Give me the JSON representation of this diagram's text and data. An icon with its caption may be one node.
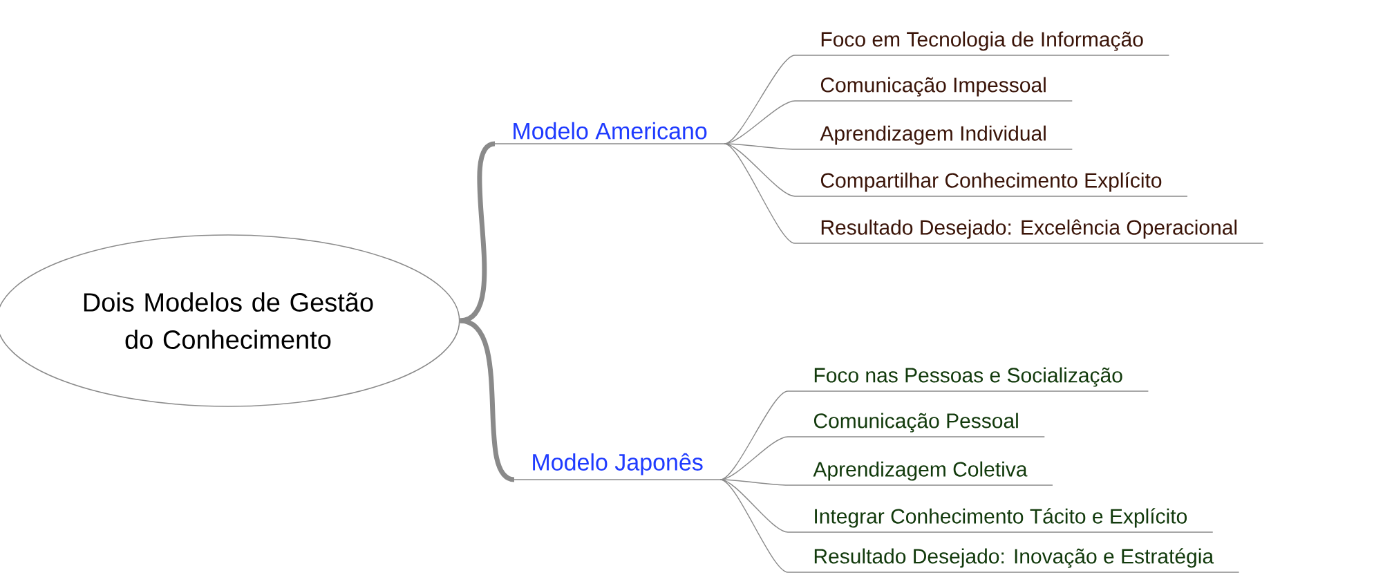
{
  "diagram": {
    "nodes": [
      {
        "text": [
          "Dois Modelos de Gestão do Conhecimento"
        ]
      },
      {
        "text": [
          "Modelo Americano"
        ]
      },
      {
        "text": [
          "Foco em Tecnologia de Informação"
        ]
      },
      {
        "text": [
          "Comunicação Impessoal"
        ]
      },
      {
        "text": [
          "Aprendizagem Individual"
        ]
      },
      {
        "text": [
          "Compartilhar Conhecimento Explícito"
        ]
      },
      {
        "text": [
          "Resultado Desejado: Excelência Operacional"
        ]
      },
      {
        "text": [
          "Modelo Japonês"
        ]
      },
      {
        "text": [
          "Foco nas Pessoas e Socialização"
        ]
      },
      {
        "text": [
          "Comunicação Pessoal"
        ]
      },
      {
        "text": [
          "Aprendizagem Coletiva"
        ]
      },
      {
        "text": [
          "Integrar Conhecimento Tácito e Explícito"
        ]
      },
      {
        "text": [
          "Resultado Desejado: Inovação e Estratégia"
        ]
      }
    ],
    "edges": [
      {
        "from": 0,
        "to": 1,
        "arrow": "none",
        "style": "thick"
      },
      {
        "from": 1,
        "to": 2,
        "arrow": "none"
      },
      {
        "from": 1,
        "to": 3,
        "arrow": "none"
      },
      {
        "from": 1,
        "to": 4,
        "arrow": "none"
      },
      {
        "from": 1,
        "to": 5,
        "arrow": "none"
      },
      {
        "from": 1,
        "to": 6,
        "arrow": "none"
      },
      {
        "from": 0,
        "to": 7,
        "arrow": "none",
        "style": "thick"
      },
      {
        "from": 7,
        "to": 8,
        "arrow": "none"
      },
      {
        "from": 7,
        "to": 9,
        "arrow": "none"
      },
      {
        "from": 7,
        "to": 10,
        "arrow": "none"
      },
      {
        "from": 7,
        "to": 11,
        "arrow": "none"
      },
      {
        "from": 7,
        "to": 12,
        "arrow": "none"
      }
    ]
  }
}
